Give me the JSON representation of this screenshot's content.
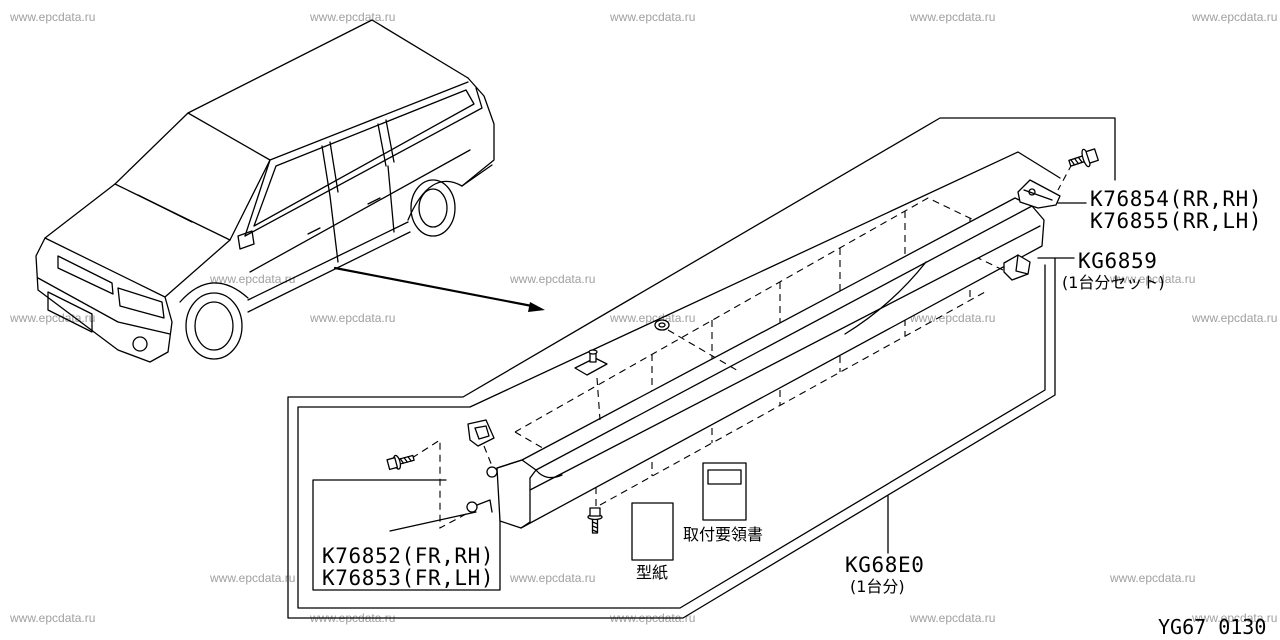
{
  "watermark": "www.epcdata.ru",
  "callouts": {
    "rr_rh": "K76854(RR,RH)",
    "rr_lh": "K76855(RR,LH)",
    "clip_set": "KG6859",
    "clip_set_qty": "(1台分セット)",
    "fr_rh": "K76852(FR,RH)",
    "fr_lh": "K76853(FR,LH)",
    "kit": "KG68E0",
    "kit_qty": "(1台分)",
    "instruction_sheet": "取付要領書",
    "template_sheet": "型紙"
  },
  "figure_code": "YG67 0130",
  "colors": {
    "ink": "#000000",
    "watermark": "#a0a0a0"
  }
}
